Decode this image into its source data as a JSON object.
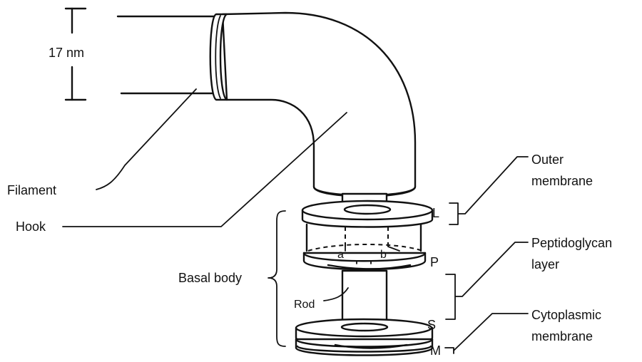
{
  "labels": {
    "dimension": "17 nm",
    "filament": "Filament",
    "hook": "Hook",
    "basal_body": "Basal body",
    "rod": "Rod",
    "ring_a": "a",
    "ring_b": "b",
    "ring_L": "L",
    "ring_P": "P",
    "ring_S": "S",
    "ring_M": "M",
    "outer_membrane_line1": "Outer",
    "outer_membrane_line2": "membrane",
    "peptidoglycan_line1": "Peptidoglycan",
    "peptidoglycan_line2": "layer",
    "cytoplasmic_line1": "Cytoplasmic",
    "cytoplasmic_line2": "membrane"
  },
  "colors": {
    "ink": "#111111",
    "background": "#ffffff"
  }
}
